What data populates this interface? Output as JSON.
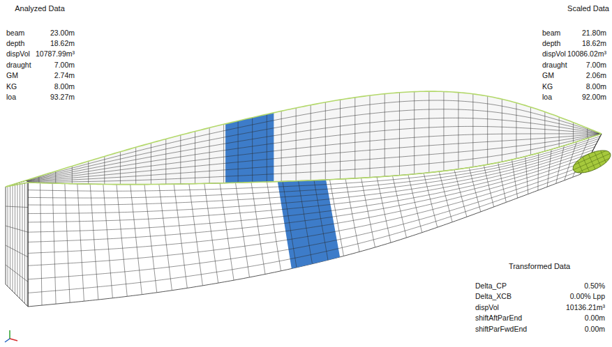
{
  "diagram": {
    "labels": [
      "Analyzed Data",
      "beam",
      "23.00m",
      "depth",
      "18.62m",
      "dispVol",
      "10787.99m³",
      "draught",
      "7.00m",
      "GM",
      "2.74m",
      "KG",
      "8.00m",
      "loa",
      "93.27m",
      "Scaled Data",
      "beam",
      "21.80m",
      "depth",
      "18.62m",
      "dispVol",
      "10086.02m³",
      "draught",
      "7.00m",
      "GM",
      "2.06m",
      "KG",
      "8.00m",
      "loa",
      "92.00m",
      "Transformed Data",
      "Delta_CP",
      "0.50%",
      "Delta_XCB",
      "0.00% Lpp",
      "dispVol",
      "10136.21m³",
      "shiftAftParEnd",
      "0.00m",
      "shiftParFwdEnd",
      "0.00m"
    ]
  }
}
